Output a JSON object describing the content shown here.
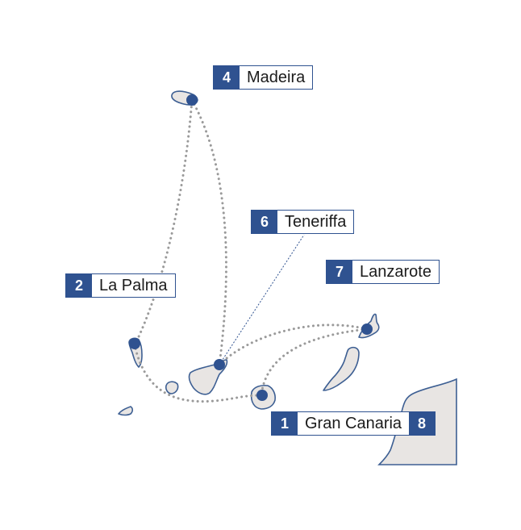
{
  "colors": {
    "accent": "#2f5290",
    "land": "#e8e5e3",
    "route": "#9a9a9a",
    "coast": "#3d5f93"
  },
  "stops": [
    {
      "id": "madeira",
      "number": "4",
      "name": "Madeira"
    },
    {
      "id": "teneriffa",
      "number": "6",
      "name": "Teneriffa"
    },
    {
      "id": "lanzarote",
      "number": "7",
      "name": "Lanzarote"
    },
    {
      "id": "la-palma",
      "number": "2",
      "name": "La Palma"
    },
    {
      "id": "gran-canaria",
      "number": "1",
      "name": "Gran Canaria",
      "number_end": "8"
    }
  ]
}
